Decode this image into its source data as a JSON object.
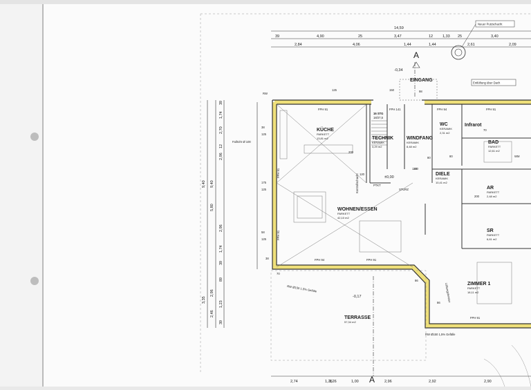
{
  "colors": {
    "paper": "#fbfbfb",
    "left_page": "#f2f2f2",
    "wall_highlight": "#f0e27a",
    "line": "#2b2b2b"
  },
  "annotations": {
    "neuer_putzschacht": "Neuer Putzschacht",
    "entluftung": "Entlüftung über Dach",
    "eingang": "EINGANG",
    "section_a": "A",
    "level_entry": "-0,34",
    "level_terrace": "-0,17",
    "level_zero": "±0,00",
    "ptkt": "PTKT",
    "sturz": "STURZ",
    "fallrohr": "Fallrohr Ø 100",
    "rw": "RW",
    "rw_gefalle": "RW Ø150 1,5% Gefälle",
    "kontrollschacht": "Kontrollschacht",
    "lueftung": "Lüftungsfenster",
    "stg": "16 STG",
    "stg_sub": "18/27,5"
  },
  "rooms": [
    {
      "name": "KÜCHE",
      "floor": "PARKETT",
      "area": "13,81 m2"
    },
    {
      "name": "TECHNIK",
      "floor": "KERAMIK",
      "area": "3,29 m2"
    },
    {
      "name": "WINDFANG",
      "floor": "KERAMIK",
      "area": "8,48 m2"
    },
    {
      "name": "WC",
      "floor": "KERAMIK",
      "area": "2,31 m2"
    },
    {
      "name": "Infrarot",
      "floor": "",
      "area": ""
    },
    {
      "name": "BAD",
      "floor": "PARKETT",
      "area": "12,61 m2"
    },
    {
      "name": "DIELE",
      "floor": "KERAMIK",
      "area": "10,41 m2"
    },
    {
      "name": "AR",
      "floor": "PARKETT",
      "area": "2,48 m2"
    },
    {
      "name": "WOHNEN/ESSEN",
      "floor": "PARKETT",
      "area": "42,10 m2"
    },
    {
      "name": "SR",
      "floor": "PARKETT",
      "area": "6,61 m2"
    },
    {
      "name": "ZIMMER 1",
      "floor": "PARKETT",
      "area": "18,11 m2"
    },
    {
      "name": "TERRASSE",
      "floor": "",
      "area": "57,34 m2"
    },
    {
      "name": "WM",
      "floor": "",
      "area": ""
    }
  ],
  "windows": [
    "FPH 91",
    "FPH 141",
    "FPH 94",
    "FPH 91",
    "FPH 91",
    "FPH 91",
    "FPH 94",
    "FPH 91",
    "FPH 91"
  ],
  "top_dims_total": "14,59",
  "top_dims_row1": [
    "39",
    "4,90",
    "25",
    "3,47",
    "12",
    "1,33",
    "25",
    "3,40"
  ],
  "top_dims_row2": [
    "2,84",
    "4,06",
    "1,44",
    "1,44",
    "2,61",
    "2,09"
  ],
  "left_dims_outer": [
    "9,40"
  ],
  "left_dims_mid": [
    "9,40"
  ],
  "left_dims_inner": [
    "39",
    "1,74",
    "2,70",
    "12",
    "2,96",
    "5,80",
    "2,96",
    "1,74",
    "39",
    "89",
    "2,96",
    "1,23",
    "39"
  ],
  "left_dims_lower": [
    "3,35",
    "2,46"
  ],
  "bottom_dims": [
    "2,74",
    "1,26",
    "1,00",
    "1,26",
    "2,96",
    "2,92",
    "2,90"
  ],
  "small_dims": [
    "38",
    "125",
    "175",
    "125",
    "58",
    "125",
    "38",
    "120",
    "120",
    "80",
    "200",
    "200",
    "125",
    "70",
    "86",
    "86",
    "140",
    "80",
    "98",
    "150",
    "70"
  ]
}
